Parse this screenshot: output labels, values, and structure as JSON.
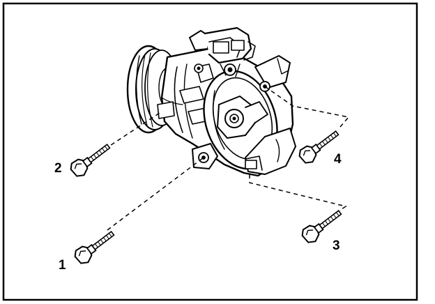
{
  "callouts": [
    {
      "id": "bolt-1",
      "label": "1"
    },
    {
      "id": "bolt-2",
      "label": "2"
    },
    {
      "id": "bolt-3",
      "label": "3"
    },
    {
      "id": "bolt-4",
      "label": "4"
    }
  ],
  "colors": {
    "ink": "#000000",
    "paper": "#ffffff"
  }
}
